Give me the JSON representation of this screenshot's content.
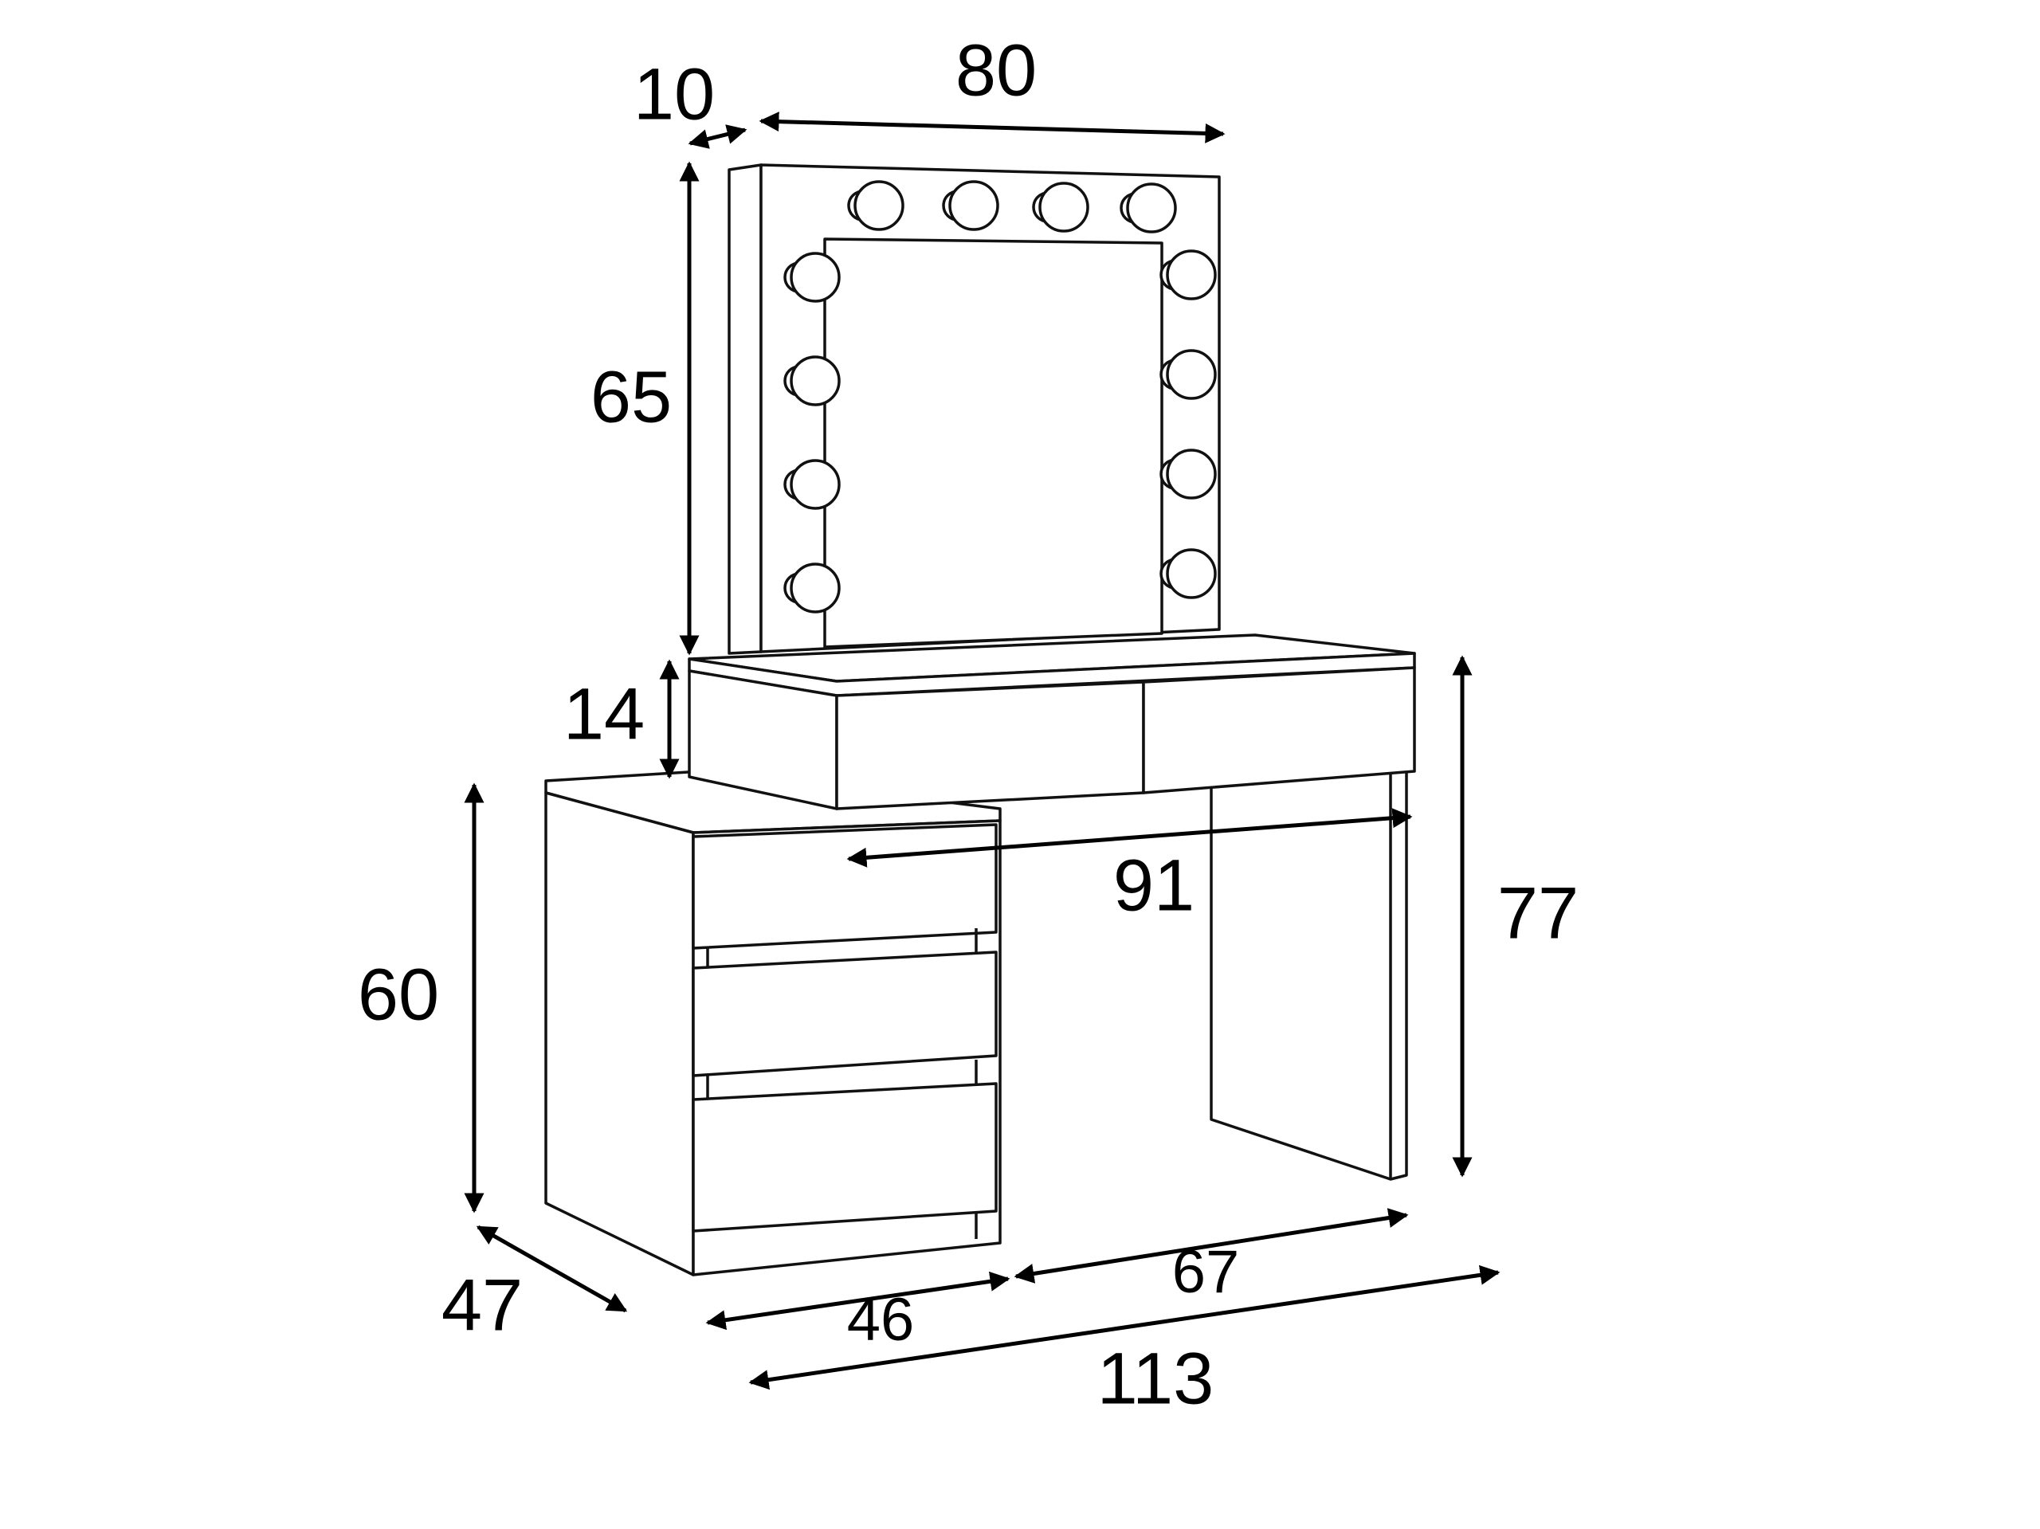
{
  "dimensions": {
    "mirror_depth": "10",
    "mirror_width": "80",
    "mirror_height": "65",
    "drawer_unit_height": "14",
    "inner_width": "91",
    "total_height": "77",
    "cabinet_height": "60",
    "depth": "47",
    "cabinet_width": "46",
    "leg_span_width": "67",
    "total_width": "113"
  },
  "colors": {
    "line": "#111111",
    "background": "#ffffff"
  }
}
